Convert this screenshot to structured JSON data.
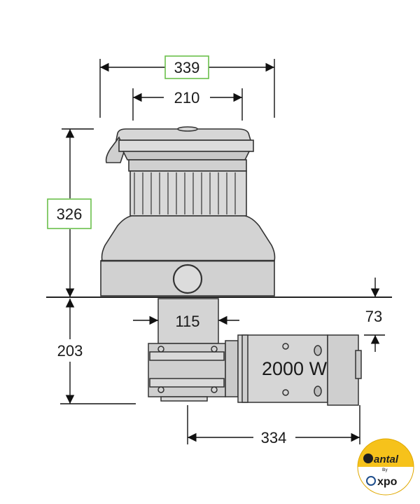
{
  "dimensions": {
    "overall_width": "339",
    "drum_width": "210",
    "height_above_deck": "326",
    "height_below_deck": "203",
    "shaft_width": "115",
    "deck_offset": "73",
    "motor_length": "334"
  },
  "motor": {
    "power_label": "2000 W"
  },
  "logo": {
    "brand": "antal",
    "by": "By",
    "partner": "xpo"
  },
  "colors": {
    "box_border": "#6abf4b",
    "body_fill": "#d5d5d5",
    "outline": "#333333",
    "logo_yellow": "#f6c21b",
    "logo_blue": "#1f4e8c"
  }
}
